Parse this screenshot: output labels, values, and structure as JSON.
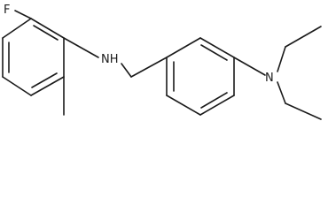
{
  "molecule": {
    "atom_labels": {
      "fluorine": "F",
      "amine_nh": "NH",
      "amine_n": "N"
    }
  }
}
